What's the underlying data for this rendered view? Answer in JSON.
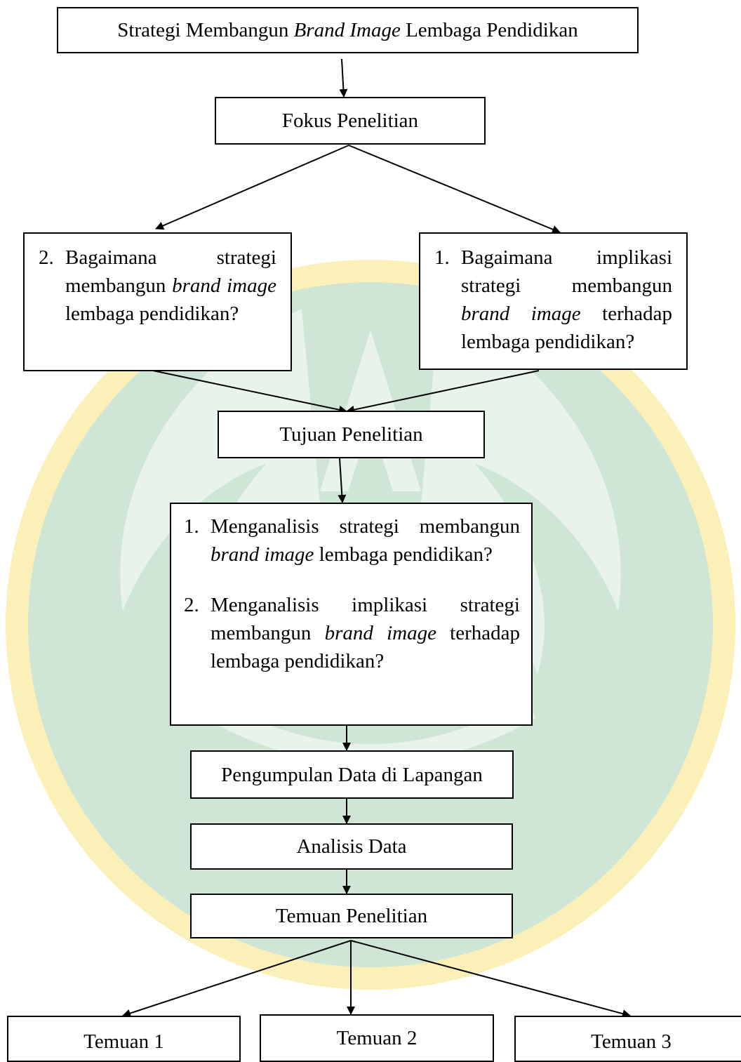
{
  "diagram": {
    "title": {
      "before": "Strategi Membangun ",
      "italic": "Brand Image",
      "after": " Lembaga Pendidikan"
    },
    "fokus": "Fokus Penelitian",
    "question_left": {
      "num": "2.",
      "parts": [
        "Bagaimana strategi membangun ",
        "brand image",
        " lembaga pendidikan?"
      ]
    },
    "question_right": {
      "num": "1.",
      "parts": [
        "Bagaimana implikasi strategi membangun ",
        "brand image",
        " terhadap lembaga pendidikan?"
      ]
    },
    "tujuan": "Tujuan Penelitian",
    "objectives": [
      {
        "num": "1.",
        "parts": [
          "Menganalisis strategi membangun ",
          "brand image",
          " lembaga pendidikan?"
        ]
      },
      {
        "num": "2.",
        "parts": [
          "Menganalisis implikasi strategi membangun ",
          "brand image",
          " terhadap lembaga pendidikan?"
        ]
      }
    ],
    "pengumpulan": "Pengumpulan Data di Lapangan",
    "analisis": "Analisis Data",
    "temuan_penelitian": "Temuan Penelitian",
    "temuan": [
      "Temuan 1",
      "Temuan 2",
      "Temuan 3"
    ]
  },
  "watermark": {
    "color_green": "#cfe6d6",
    "color_yellow": "#fbf1b8",
    "color_light": "#e8f3ec"
  }
}
